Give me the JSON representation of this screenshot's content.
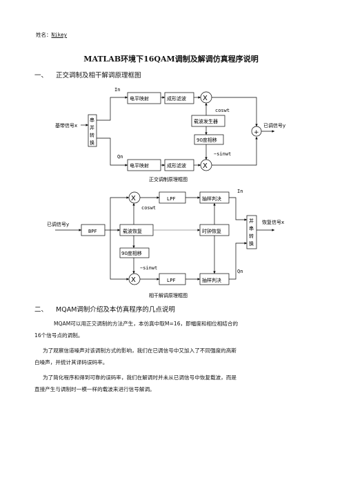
{
  "author": {
    "label": "姓名：",
    "name": "Nikey"
  },
  "title": "MATLAB环境下16QAM调制及解调仿真程序说明",
  "section1": {
    "num": "一、",
    "title": "正交调制及相干解调原理框图"
  },
  "mod_diagram": {
    "input": "基带信号x",
    "sp": [
      "串",
      "并",
      "转",
      "换"
    ],
    "in": "In",
    "qn": "Qn",
    "level_map": "电平映射",
    "shaping": "成形滤波",
    "carrier": "载波发生器",
    "phase90": "90度相移",
    "mult": "X",
    "cos": "coswt",
    "msin": "−sinwt",
    "plus": "+",
    "output": "已调信号y",
    "caption": "正交调制原理框图"
  },
  "demod_diagram": {
    "input": "已调信号y",
    "bpf": "BPF",
    "carrier_rec": "载波恢复",
    "phase90": "90度相移",
    "clock_rec": "时钟恢复",
    "lpf": "LPF",
    "sample": "抽样判决",
    "mult": "X",
    "cos": "coswt",
    "msin": "−sinwt",
    "in": "In",
    "qn": "Qn",
    "ps": [
      "并",
      "串",
      "转",
      "换"
    ],
    "output": "恢复信号x",
    "caption": "相干解调原理框图"
  },
  "section2": {
    "num": "二、",
    "title": "MQAM调制介绍及本仿真程序的几点说明"
  },
  "paragraphs": [
    "MQAM可以用正交调制的方法产生，本仿真中取M=16，即幅度和相位相结合的",
    "16个信号点的调制。",
    "为了观察信道噪声对该调制方式的影响，我们在已调信号中又加入了不同强度的高斯",
    "白噪声，并统计其译码误码率。",
    "为了简化程序和得到可靠的误码率，我们在解调时并未从已调信号中恢复载波，而是",
    "直接产生与调制时一模一样的载波来进行信号解调。"
  ]
}
